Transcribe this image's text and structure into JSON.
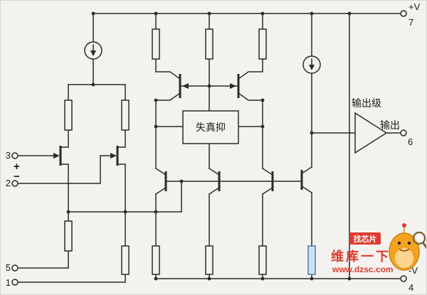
{
  "diagram": {
    "pins": {
      "p7": {
        "num": "7",
        "label": "+V"
      },
      "p4": {
        "num": "4",
        "label": "-V"
      },
      "p6": {
        "num": "6",
        "label": "输出"
      },
      "p3": {
        "num": "3",
        "polarity": "+"
      },
      "p2": {
        "num": "2",
        "polarity": "−"
      },
      "p5": {
        "num": "5"
      },
      "p1": {
        "num": "1"
      }
    },
    "blocks": {
      "distortion_box": "失真抑",
      "output_stage": "输出级"
    }
  },
  "watermark": {
    "brand": "维库一下",
    "url": "www.dzsc.com",
    "badge": "找芯片"
  },
  "colors": {
    "line": "#2b2b2b",
    "background": "#f4f2ef",
    "highlight_resistor_fill": "#cfe0ed",
    "highlight_resistor_stroke": "#4a7ca8",
    "watermark_red": "#e03a2f",
    "mascot_orange": "#f3a321"
  }
}
